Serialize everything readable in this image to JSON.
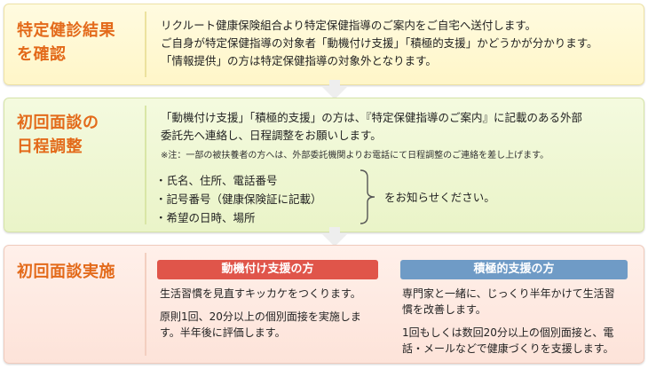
{
  "steps": [
    {
      "title": "特定健診結果\nを確認",
      "lines": [
        "リクルート健康保険組合より特定保健指導のご案内をご自宅へ送付します。",
        "ご自身が特定保健指導の対象者「動機付け支援」「積極的支援」かどうかが分かります。",
        "「情報提供」の方は特定保健指導の対象外となります。"
      ]
    },
    {
      "title": "初回面談の\n日程調整",
      "lines": [
        "「動機付け支援」「積極的支援」の方は、『特定保健指導のご案内』に記載のある外部",
        "委託先へ連絡し、日程調整をお願いします。"
      ],
      "note": "※注：一部の被扶養者の方へは、外部委託機関よりお電話にて日程調整のご連絡を差し上げます。",
      "list": [
        "・氏名、住所、電話番号",
        "・記号番号（健康保険証に記載）",
        "・希望の日時、場所"
      ],
      "list_suffix": "をお知らせください。"
    },
    {
      "title": "初回面談実施",
      "columns": [
        {
          "label": "動機付け支援の方",
          "paragraphs": [
            "生活習慣を見直すキッカケをつくります。",
            "原則1回、20分以上の個別面接を実施しま\nす。半年後に評価します。"
          ]
        },
        {
          "label": "積極的支援の方",
          "paragraphs": [
            "専門家と一緒に、じっくり半年かけて生活習\n慣を改善します。",
            "1回もしくは数回20分以上の個別面接と、電\n話・メールなどで健康づくりを支援します。"
          ]
        }
      ]
    }
  ],
  "colors": {
    "title_orange": "#e36a1a",
    "badge_red": "#e0554a",
    "badge_blue": "#6f9bc6"
  }
}
